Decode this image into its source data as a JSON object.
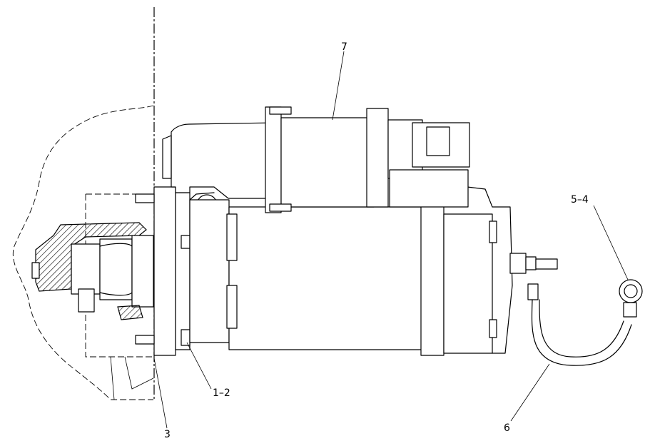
{
  "callouts": {
    "c7": "7",
    "c5_4": "5–4",
    "c1_2": "1–2",
    "c3": "3",
    "c6": "6"
  }
}
